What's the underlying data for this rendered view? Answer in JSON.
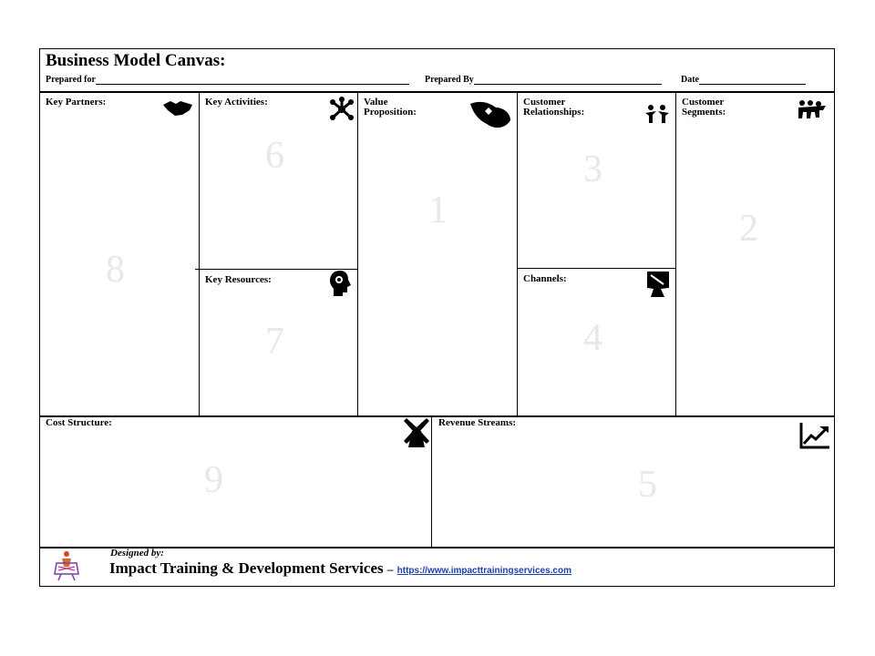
{
  "header": {
    "title": "Business Model Canvas:",
    "prepared_for_label": "Prepared for",
    "prepared_by_label": "Prepared By",
    "date_label": "Date"
  },
  "blocks": {
    "key_partners": {
      "label": "Key Partners:",
      "number": "8",
      "icon": "handshake-icon"
    },
    "key_activities": {
      "label": "Key Activities:",
      "number": "6",
      "icon": "network-icon"
    },
    "key_resources": {
      "label": "Key Resources:",
      "number": "7",
      "icon": "head-gear-icon"
    },
    "value_proposition": {
      "label_line1": "Value",
      "label_line2": "Proposition:",
      "number": "1",
      "icon": "gift-fish-icon"
    },
    "customer_relationships": {
      "label_line1": "Customer",
      "label_line2": "Relationships:",
      "number": "3",
      "icon": "people-icon"
    },
    "channels": {
      "label": "Channels:",
      "number": "4",
      "icon": "satellite-dish-icon"
    },
    "customer_segments": {
      "label_line1": "Customer",
      "label_line2": "Segments:",
      "number": "2",
      "icon": "group-icon"
    },
    "cost_structure": {
      "label": "Cost Structure:",
      "number": "9",
      "icon": "windmill-icon"
    },
    "revenue_streams": {
      "label": "Revenue Streams:",
      "number": "5",
      "icon": "growth-chart-icon"
    }
  },
  "footer": {
    "designed_by": "Designed by:",
    "org": "Impact Training & Development Services",
    "dash": "–",
    "link": "https://www.impacttrainingservices.com",
    "logo_icon": "company-logo-icon"
  }
}
